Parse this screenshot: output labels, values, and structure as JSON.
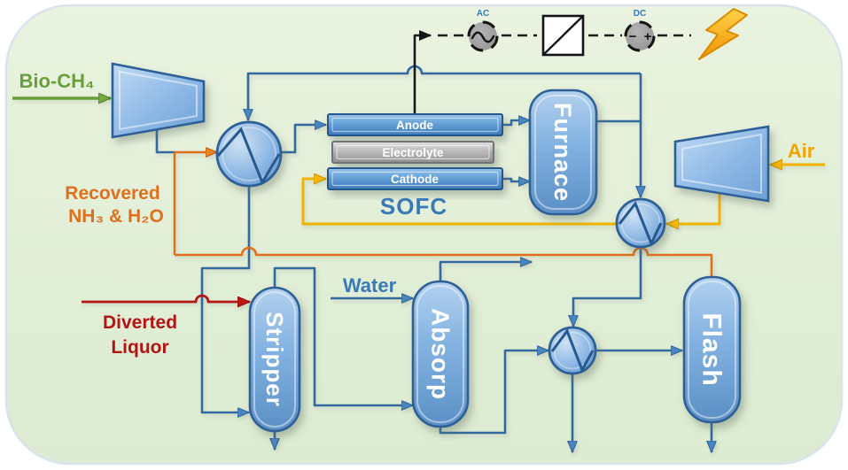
{
  "labels": {
    "bio_ch4": "Bio-CH₄",
    "recovered": {
      "line1": "Recovered",
      "line2": "NH₃ & H₂O"
    },
    "diverted": {
      "line1": "Diverted",
      "line2": "Liquor"
    },
    "water": "Water",
    "air": "Air",
    "sofc": "SOFC",
    "anode": "Anode",
    "electrolyte": "Electrolyte",
    "cathode": "Cathode",
    "furnace": "Furnace",
    "stripper": "Stripper",
    "absorber": "Absorp",
    "flash": "Flash",
    "ac": "AC",
    "dc": "DC",
    "dc_minus": "−",
    "dc_plus": "+"
  },
  "colors": {
    "background_green": "#e1efd8",
    "stream_blue": "#33699f",
    "stream_orange": "#e0701c",
    "stream_yellow": "#f2b200",
    "stream_red": "#b41414",
    "stream_green": "#6b9e3e",
    "power_black": "#1a1a1a",
    "vessel_border": "#2d6097",
    "vessel_blue": "#7fb0e0",
    "electrolyte_gray": "#b9b9b9",
    "label_blue": "#3a79b8",
    "bolt_gold": "#f5a800"
  }
}
